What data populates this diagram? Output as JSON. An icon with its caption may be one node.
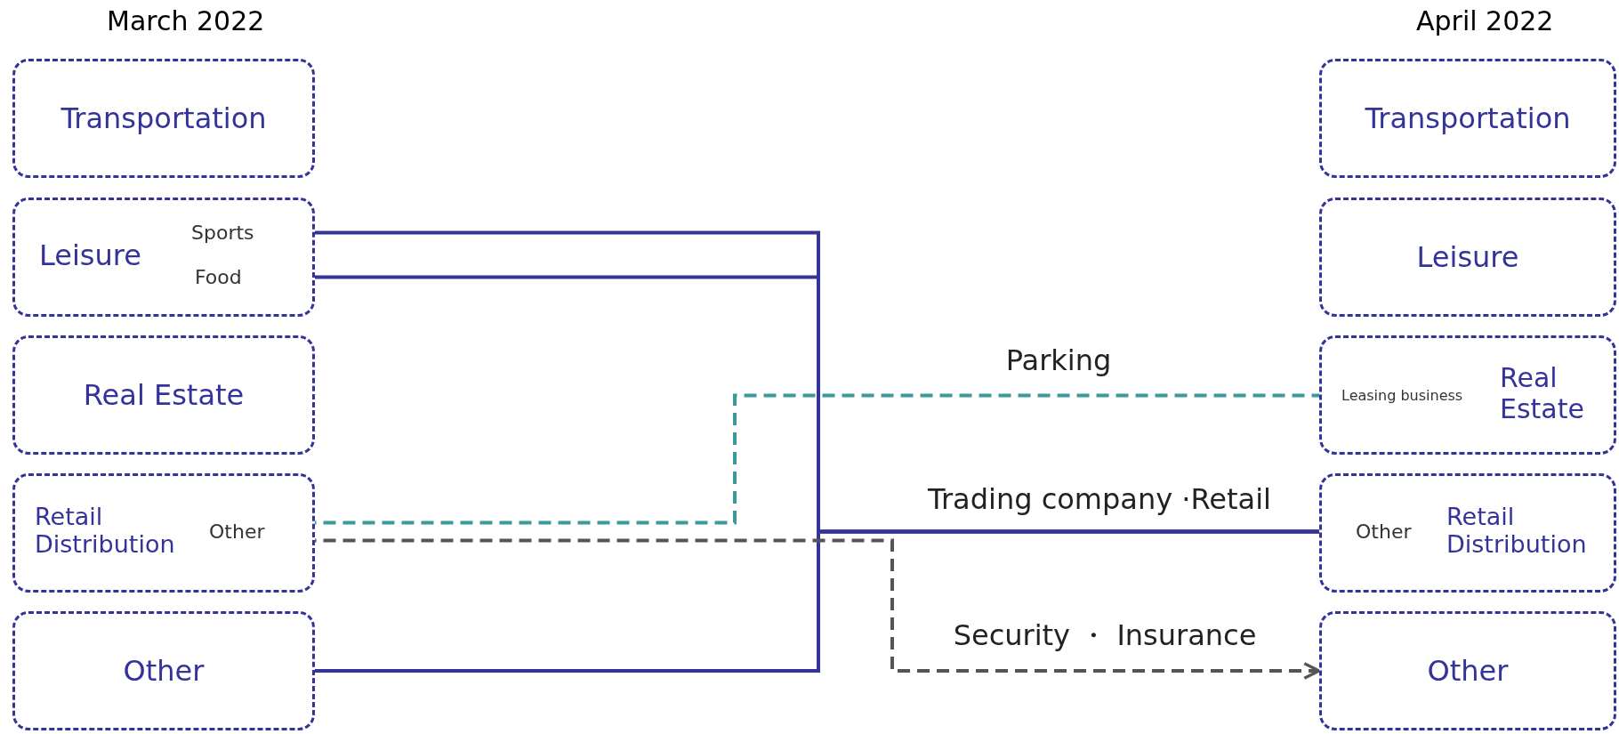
{
  "diagram": {
    "nodes": [
      {
        "text": [
          "Transportation"
        ]
      },
      {
        "text": [
          "Leisure"
        ]
      },
      {
        "text": [
          "Sports"
        ],
        "in": 1
      },
      {
        "text": [
          "Food"
        ],
        "in": 1
      },
      {
        "text": [
          "Real Estate"
        ]
      },
      {
        "text": [
          "Retail Distribution"
        ]
      },
      {
        "text": [
          "Other"
        ],
        "in": 5
      },
      {
        "text": [
          "Other"
        ]
      },
      {
        "text": [
          "Transportation"
        ]
      },
      {
        "text": [
          "Leisure"
        ]
      },
      {
        "text": [
          "Real Estate"
        ]
      },
      {
        "text": [
          "Leasing business"
        ],
        "in": 10
      },
      {
        "text": [
          "Retail Distribution"
        ]
      },
      {
        "text": [
          "Other"
        ],
        "in": 12
      },
      {
        "text": [
          "Other"
        ]
      }
    ],
    "edges": [
      {
        "from": 2,
        "to": 13,
        "arrow": "to",
        "label": "Trading company ·Retail"
      },
      {
        "from": 3,
        "to": 13,
        "arrow": "to"
      },
      {
        "from": 7,
        "to": 13,
        "arrow": "to"
      },
      {
        "from": 6,
        "to": 11,
        "arrow": "to",
        "label": "Parking",
        "style": "dashed",
        "color": "#3a9a9a"
      },
      {
        "from": 6,
        "to": 14,
        "arrow": "to",
        "label": "Security ・ Insurance",
        "style": "dashed",
        "color": "#555555"
      }
    ],
    "labels": [
      "March 2022",
      "April 2022"
    ]
  }
}
